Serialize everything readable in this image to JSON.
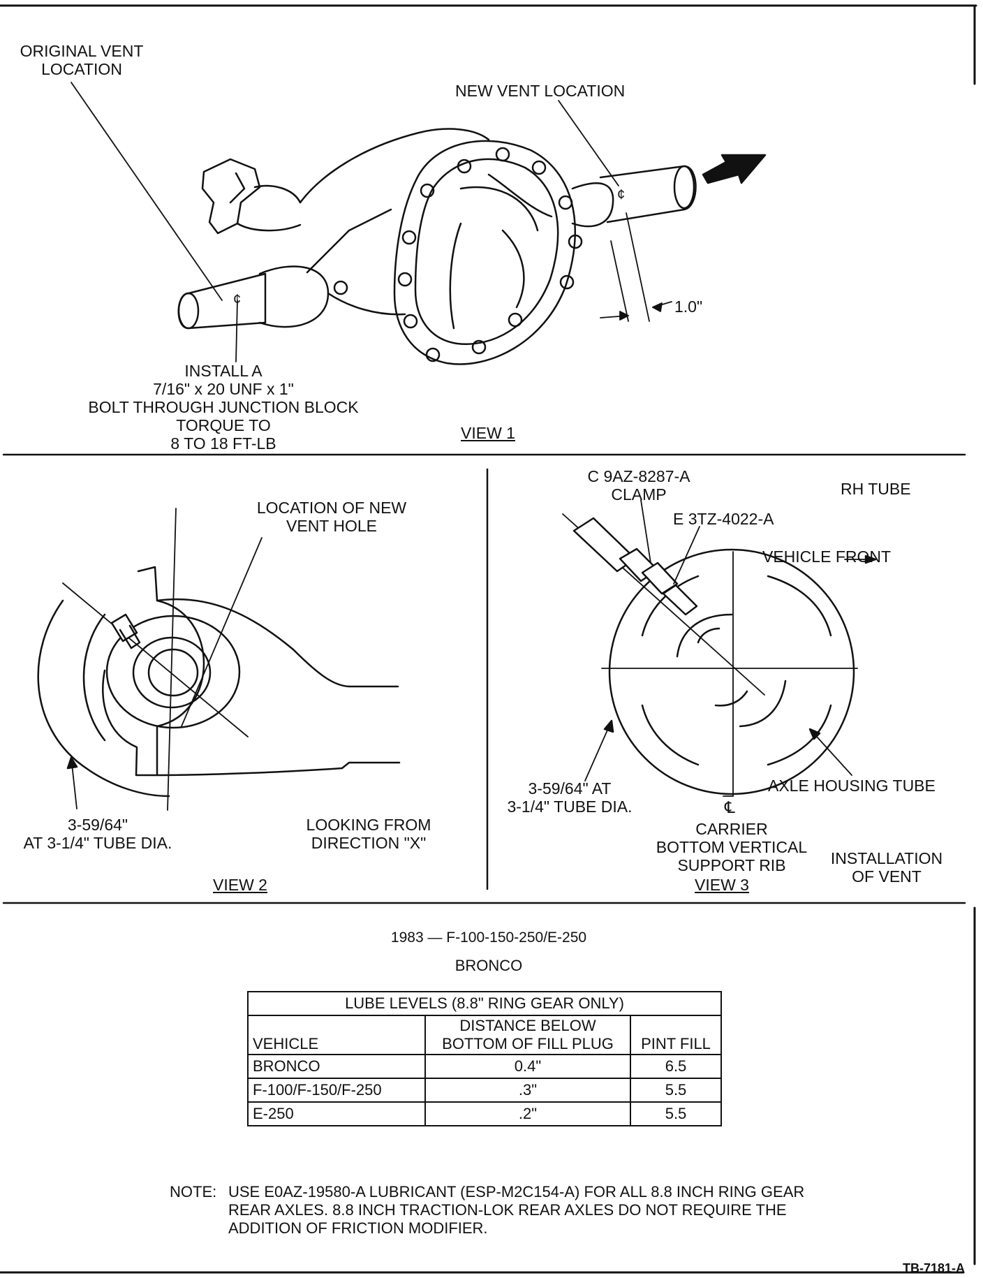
{
  "view1": {
    "original_vent": [
      "ORIGINAL VENT",
      "LOCATION"
    ],
    "new_vent": "NEW VENT LOCATION",
    "centerline_mark": "¢",
    "dimension": "1.0\"",
    "install_note": [
      "INSTALL A",
      "7/16\" x 20 UNF x 1\"",
      "BOLT THROUGH JUNCTION BLOCK",
      "TORQUE TO",
      "8 TO 18 FT-LB"
    ],
    "title": "VIEW 1"
  },
  "view2": {
    "location_label": [
      "LOCATION OF NEW",
      "VENT HOLE"
    ],
    "dim_label": [
      "3-59/64\"",
      "AT 3-1/4\" TUBE DIA."
    ],
    "looking_label": [
      "LOOKING FROM",
      "DIRECTION \"X\""
    ],
    "title": "VIEW 2"
  },
  "view3": {
    "clamp_label": [
      "C 9AZ-8287-A",
      "CLAMP"
    ],
    "vent_label": "E 3TZ-4022-A",
    "tube_label": "RH TUBE",
    "front_label": "VEHICLE FRONT",
    "dim_label": [
      "3-59/64\" AT",
      "3-1/4\" TUBE DIA."
    ],
    "axle_label": "AXLE HOUSING TUBE",
    "centerline_mark": "℄",
    "carrier_label": [
      "CARRIER",
      "BOTTOM VERTICAL",
      "SUPPORT RIB"
    ],
    "title": "VIEW 3",
    "install_label": [
      "INSTALLATION",
      "OF VENT"
    ]
  },
  "header": {
    "models": "1983 — F-100-150-250/E-250",
    "bronco": "BRONCO"
  },
  "table": {
    "title": "LUBE LEVELS (8.8\" RING GEAR ONLY)",
    "col_vehicle": "VEHICLE",
    "col_distance": [
      "DISTANCE BELOW",
      "BOTTOM OF FILL PLUG"
    ],
    "col_pint": "PINT FILL",
    "rows": [
      {
        "vehicle": "BRONCO",
        "distance": "0.4\"",
        "pint": "6.5"
      },
      {
        "vehicle": "F-100/F-150/F-250",
        "distance": ".3\"",
        "pint": "5.5"
      },
      {
        "vehicle": "E-250",
        "distance": ".2\"",
        "pint": "5.5"
      }
    ]
  },
  "note": {
    "heading": "NOTE:",
    "text": "USE E0AZ-19580-A LUBRICANT (ESP-M2C154-A) FOR ALL 8.8 INCH RING GEAR REAR AXLES. 8.8 INCH TRACTION-LOK REAR AXLES DO NOT REQUIRE THE ADDITION OF FRICTION MODIFIER."
  },
  "figure_id": "TB-7181-A"
}
